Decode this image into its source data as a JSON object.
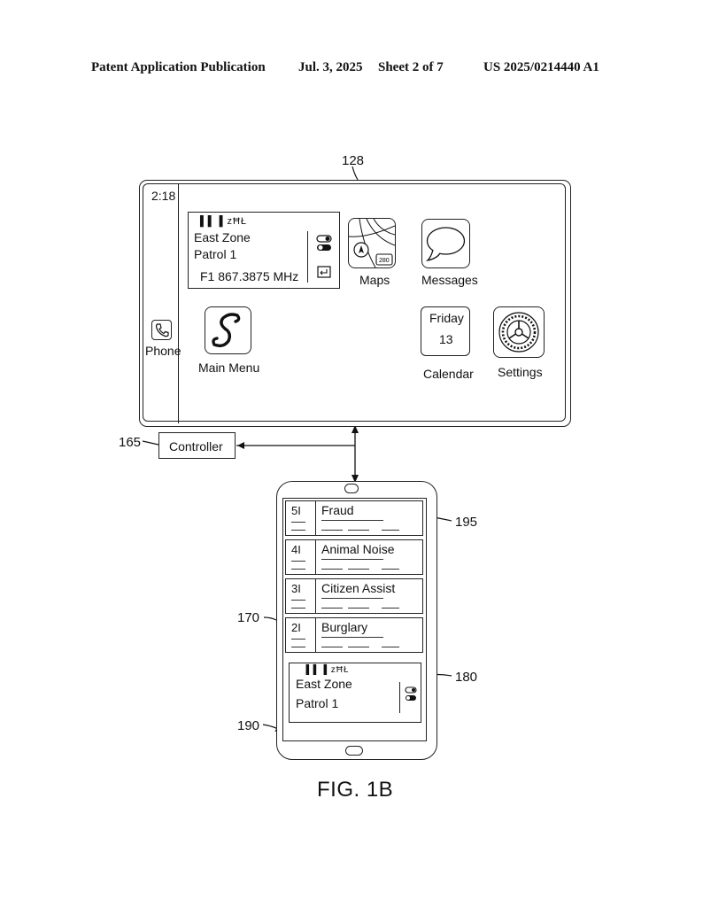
{
  "header": {
    "publication": "Patent Application Publication",
    "date": "Jul. 3, 2025",
    "sheet": "Sheet 2 of 7",
    "number": "US 2025/0214440 A1"
  },
  "refs": {
    "display": "128",
    "radio_widget_top": "180",
    "apps_top": "170",
    "phone": "170",
    "main_menu": "170",
    "calendar_settings": "170",
    "controller": "165",
    "list": "195",
    "handheld": "170",
    "radio_widget_handheld": "180",
    "handheld_screen": "190"
  },
  "display": {
    "time": "2:18",
    "phone_label": "Phone",
    "radio": {
      "status_icons": "▐▐ ▐ zĦŁ",
      "zone": "East Zone",
      "channel": "Patrol 1",
      "frequency": "F1 867.3875 MHz"
    },
    "apps": {
      "maps": "Maps",
      "maps_badge": "280",
      "messages": "Messages",
      "main_menu": "Main Menu",
      "calendar": "Calendar",
      "calendar_day": "Friday",
      "calendar_date": "13",
      "settings": "Settings"
    }
  },
  "controller": {
    "label": "Controller"
  },
  "handheld": {
    "incidents": [
      {
        "priority": "5I",
        "title": "Fraud"
      },
      {
        "priority": "4I",
        "title": "Animal Noise"
      },
      {
        "priority": "3I",
        "title": "Citizen Assist"
      },
      {
        "priority": "2I",
        "title": "Burglary"
      }
    ],
    "radio": {
      "status_icons": "▐▐ ▐ zĦŁ",
      "zone": "East Zone",
      "channel": "Patrol 1"
    }
  },
  "figure_label": "FIG. 1B"
}
